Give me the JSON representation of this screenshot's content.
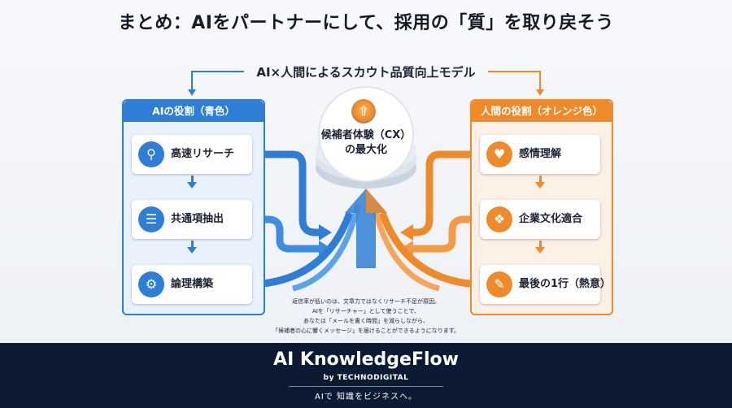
{
  "title": "まとめ：AIをパートナーにして、採用の「質」を取り戻そう",
  "model_title": "AI×人間によるスカウト品質向上モデル",
  "ai_panel": {
    "header": "AIの役割（青色）",
    "color": "#2f7ed5",
    "items": [
      {
        "label": "高速リサーチ",
        "icon": "search-icon"
      },
      {
        "label": "共通項抽出",
        "icon": "database-search-icon"
      },
      {
        "label": "論理構築",
        "icon": "gears-icon"
      }
    ]
  },
  "human_panel": {
    "header": "人間の役割（オレンジ色）",
    "color": "#ef8a2a",
    "items": [
      {
        "label": "感情理解",
        "icon": "heart-icon"
      },
      {
        "label": "企業文化適合",
        "icon": "handshake-icon"
      },
      {
        "label": "最後の1行（熱意）",
        "icon": "pen-icon"
      }
    ]
  },
  "center": {
    "line1": "候補者体験（CX）",
    "line2": "の最大化",
    "icon": "arrow-up-icon"
  },
  "note": {
    "line1": "返信率が低いのは、文章力ではなくリサーチ不足が原因。",
    "line2": "AIを「リサーチャー」として使うことで、",
    "line3": "あなたは「メールを書く時間」を減らしながら、",
    "line4": "「候補者の心に響くメッセージ」を届けることができるようになります。"
  },
  "footer": {
    "brand": "AI KnowledgeFlow",
    "by": "by TECHNODIGITAL",
    "tagline": "AIで 知識をビジネスへ。"
  }
}
